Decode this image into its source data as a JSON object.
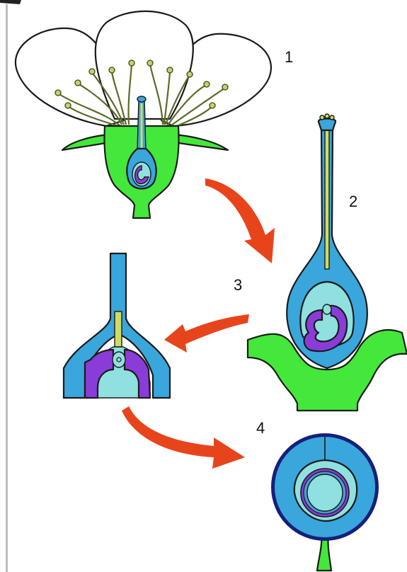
{
  "colors": {
    "background": "#ffffff",
    "petal": "#ffffff",
    "receptacle_green": "#44e83a",
    "ovary_wall_blue": "#39a6dc",
    "ovary_cavity_light": "#8fe0de",
    "ovule_purple": "#8a3cd8",
    "style_yellow": "#cfdc62",
    "arrow_red": "#e8441c",
    "seed_coat_dark": "#14207a",
    "left_frame_line": "#bdbdbd"
  },
  "labels": {
    "stage1": "1",
    "stage2": "2",
    "stage3": "3",
    "stage4": "4"
  },
  "stages": [
    {
      "id": "stage1",
      "icon": "flower-longitudinal-section-icon"
    },
    {
      "id": "stage2",
      "icon": "pistil-on-receptacle-icon"
    },
    {
      "id": "stage3",
      "icon": "ovule-fertilization-closeup-icon"
    },
    {
      "id": "stage4",
      "icon": "seed-cross-section-icon"
    }
  ],
  "arrows": [
    {
      "from": "stage1",
      "to": "stage2",
      "icon": "curved-arrow-icon"
    },
    {
      "from": "stage2",
      "to": "stage3",
      "icon": "curved-arrow-icon"
    },
    {
      "from": "stage3",
      "to": "stage4",
      "icon": "curved-arrow-icon"
    }
  ]
}
